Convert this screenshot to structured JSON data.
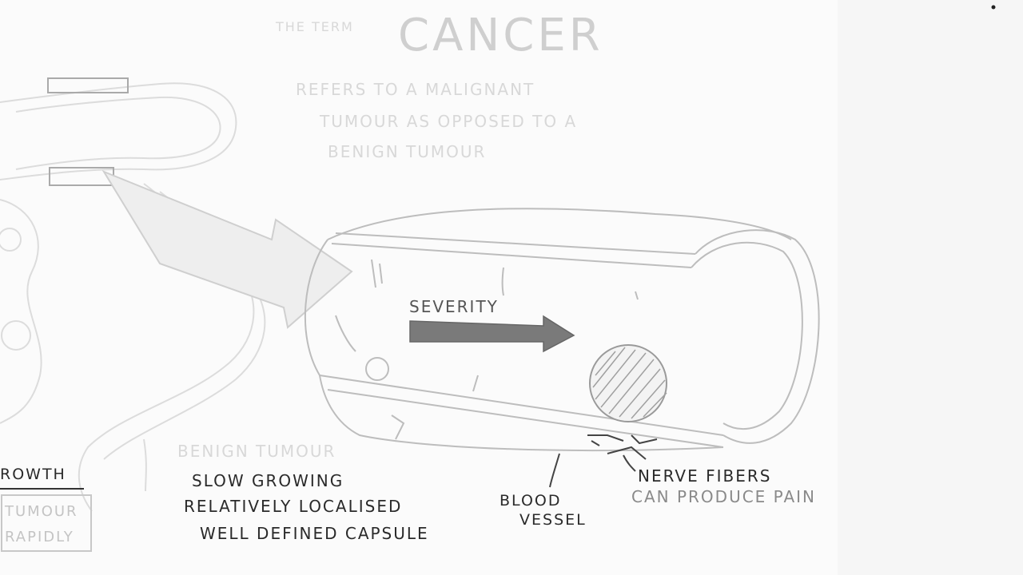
{
  "title": {
    "prefix": "THE TERM",
    "main": "CANCER",
    "sub_lines": [
      "REFERS TO A MALIGNANT",
      "TUMOUR AS OPPOSED TO A",
      "BENIGN TUMOUR"
    ]
  },
  "arrow_label": "SEVERITY",
  "benign": {
    "heading": "BENIGN TUMOUR",
    "lines": [
      "SLOW GROWING",
      "RELATIVELY LOCALISED",
      "WELL DEFINED CAPSULE"
    ]
  },
  "left_partial": {
    "growth": "ROWTH",
    "box_lines": [
      "TUMOUR",
      "RAPIDLY"
    ]
  },
  "blood_vessel": [
    "BLOOD",
    "VESSEL"
  ],
  "nerve": [
    "NERVE FIBERS",
    "CAN PRODUCE PAIN"
  ],
  "colors": {
    "arrow": "#7a7a7a",
    "ink": "#333333",
    "faint_ink": "#d6d6d6"
  }
}
